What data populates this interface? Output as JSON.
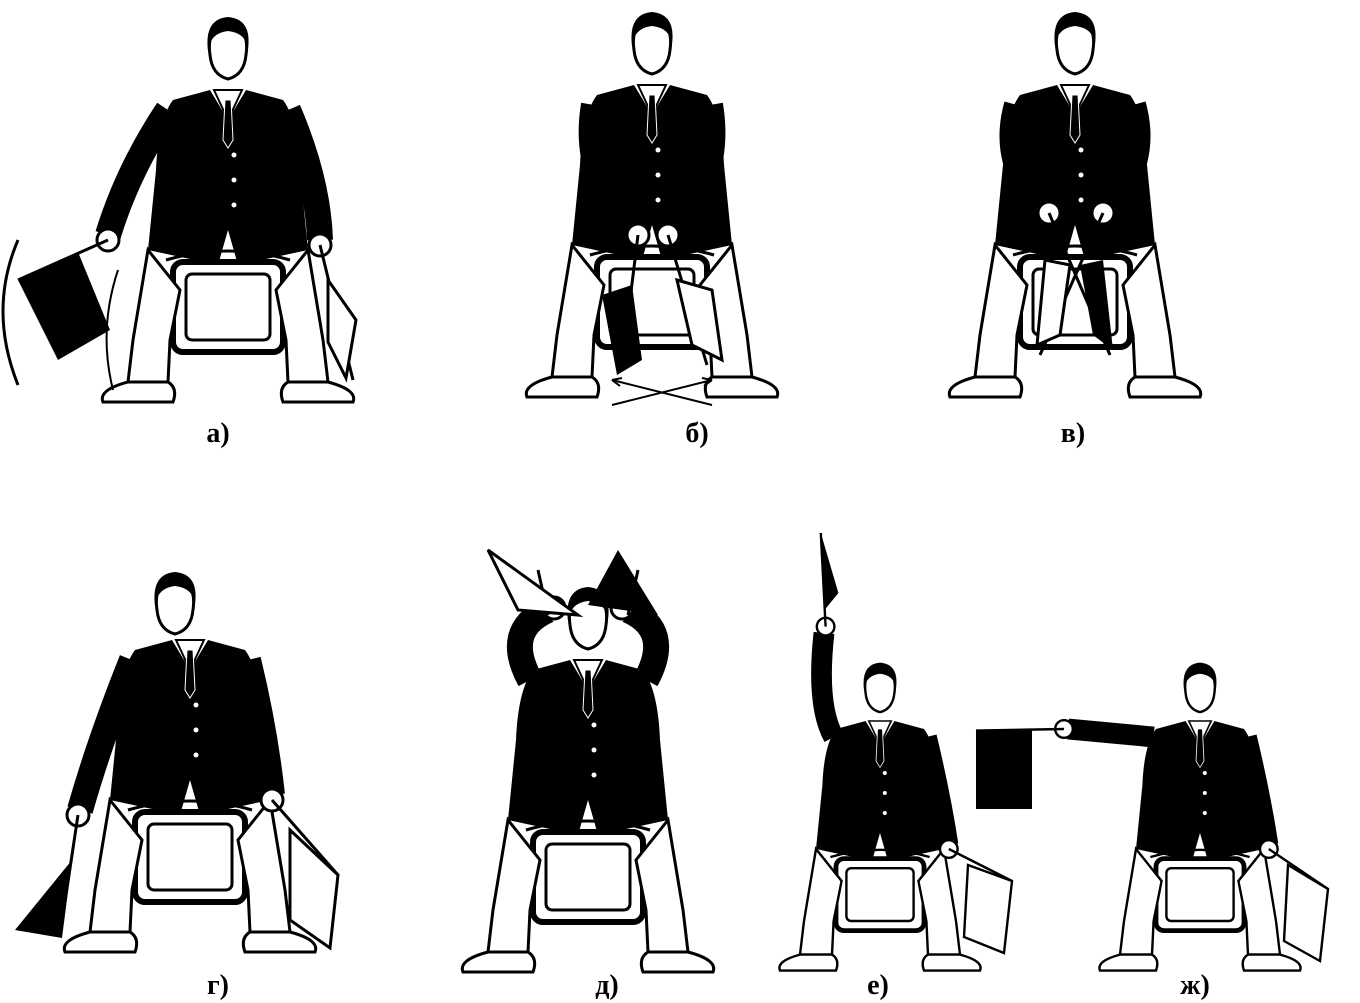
{
  "figure": {
    "panels": [
      {
        "id": "a",
        "caption": "а)"
      },
      {
        "id": "b",
        "caption": "б)"
      },
      {
        "id": "v",
        "caption": "в)"
      },
      {
        "id": "g",
        "caption": "г)"
      },
      {
        "id": "d",
        "caption": "д)"
      },
      {
        "id": "e",
        "caption": "е)"
      },
      {
        "id": "zh",
        "caption": "ж)"
      }
    ]
  },
  "colors": {
    "ink": "#000000",
    "paper": "#ffffff"
  }
}
